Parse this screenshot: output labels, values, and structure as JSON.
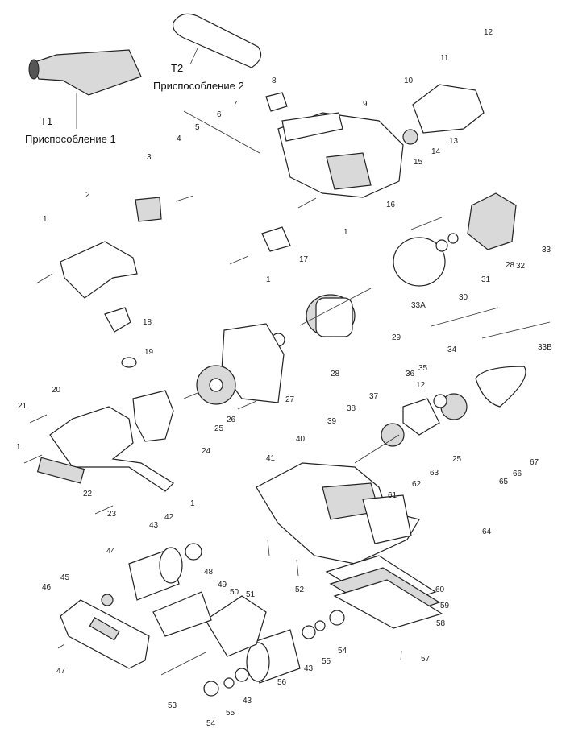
{
  "attachments": [
    {
      "code": "T1",
      "name": "Приспособление 1"
    },
    {
      "code": "T2",
      "name": "Приспособление 2"
    }
  ],
  "part_numbers": [
    "1",
    "1",
    "1",
    "1",
    "1",
    "2",
    "3",
    "4",
    "5",
    "6",
    "7",
    "8",
    "9",
    "10",
    "11",
    "12",
    "12",
    "13",
    "14",
    "15",
    "16",
    "17",
    "18",
    "19",
    "20",
    "21",
    "22",
    "23",
    "24",
    "25",
    "25",
    "26",
    "27",
    "28",
    "28",
    "29",
    "30",
    "31",
    "32",
    "33",
    "33A",
    "33B",
    "34",
    "35",
    "36",
    "37",
    "38",
    "39",
    "40",
    "41",
    "42",
    "43",
    "43",
    "43",
    "44",
    "45",
    "46",
    "47",
    "48",
    "49",
    "50",
    "51",
    "52",
    "53",
    "54",
    "54",
    "55",
    "55",
    "56",
    "57",
    "58",
    "59",
    "60",
    "61",
    "62",
    "63",
    "64",
    "65",
    "66",
    "67"
  ]
}
